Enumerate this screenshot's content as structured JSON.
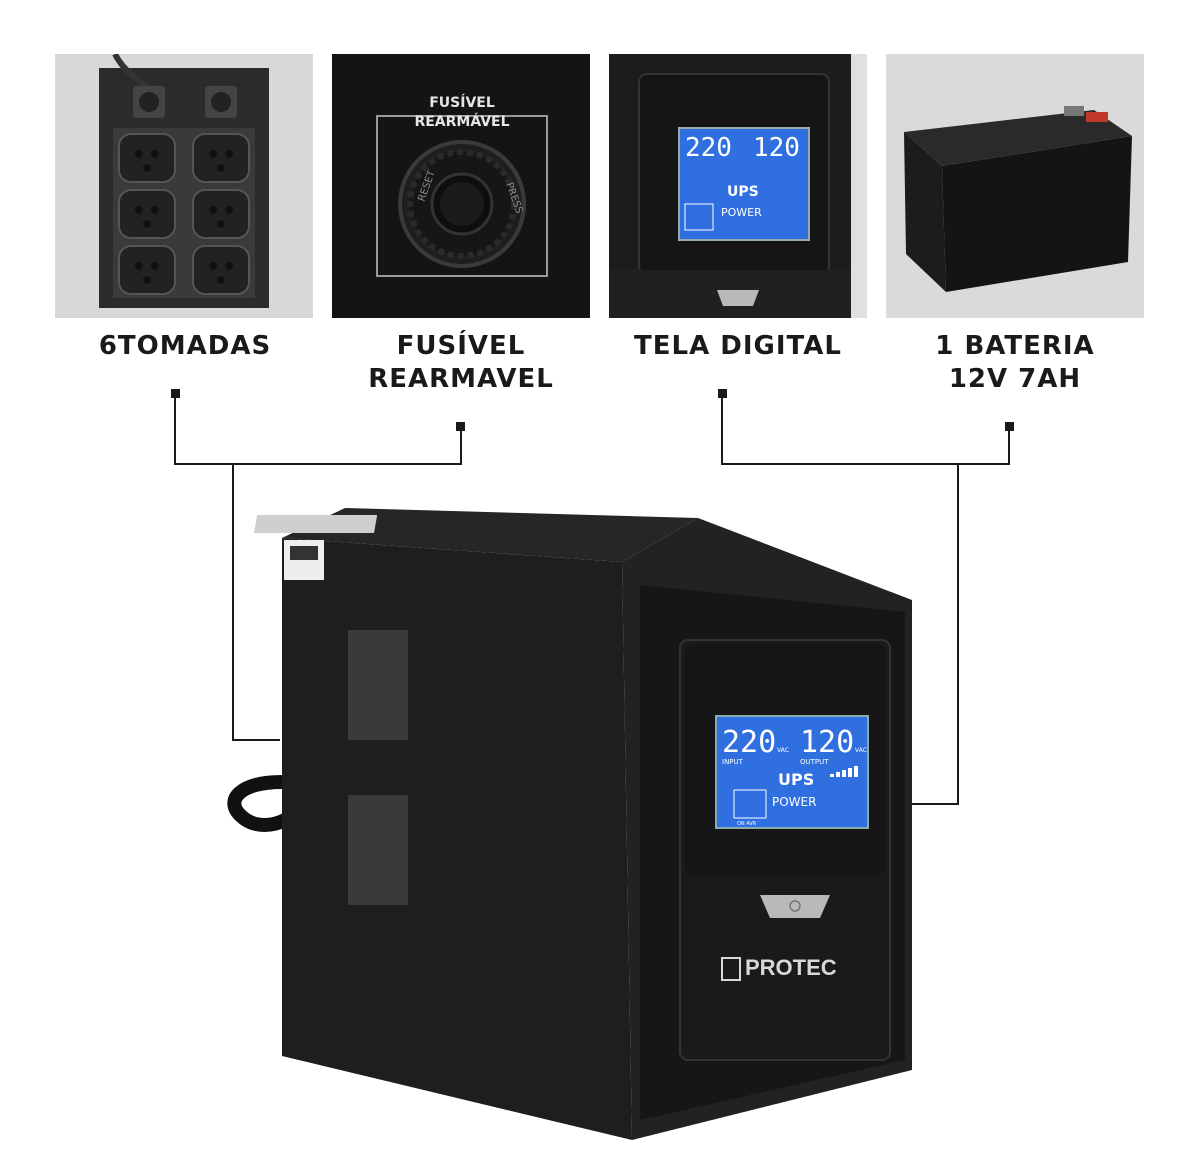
{
  "features": [
    {
      "id": "outlets",
      "caption": "6TOMADAS",
      "icon": "power-outlets-panel"
    },
    {
      "id": "fuse",
      "caption": "FUSÍVEL\nREARMAVEL",
      "icon": "resettable-fuse",
      "panel_label_line1": "FUSÍVEL",
      "panel_label_line2": "REARMÁVEL",
      "knob_left": "RESET",
      "knob_right": "PRESS"
    },
    {
      "id": "display",
      "caption": "TELA DIGITAL",
      "icon": "lcd-display"
    },
    {
      "id": "battery",
      "caption": "1 BATERIA\n12V 7AH",
      "icon": "battery"
    }
  ],
  "lcd": {
    "input_value": "220",
    "input_unit": "VAC",
    "input_label": "INPUT",
    "output_value": "120",
    "output_unit": "VAC",
    "output_label": "OUTPUT",
    "mode_line1": "UPS",
    "mode_line2": "POWER",
    "status": "ON AVR",
    "background_color": "#2f6fe0"
  },
  "product": {
    "brand": "PROTEC",
    "body_color": "#1c1c1c"
  },
  "colors": {
    "caption": "#1a1a1a",
    "connector": "#1a1a1a",
    "thumb_background": "#d9d9d9"
  }
}
